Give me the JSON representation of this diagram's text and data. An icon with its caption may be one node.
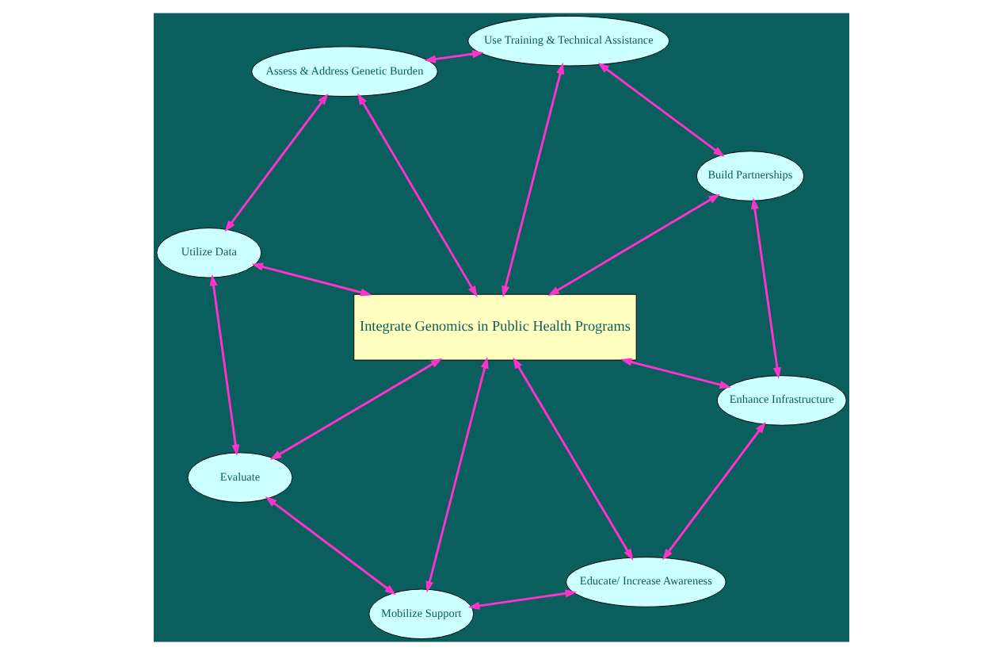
{
  "diagram": {
    "nodes": [
      {
        "text": [
          "Integrate Genomics in Public Health Programs"
        ]
      },
      {
        "text": [
          "Enhance Infrastructure"
        ]
      },
      {
        "text": [
          "Build Partnerships"
        ]
      },
      {
        "text": [
          "Use Training & Technical Assistance"
        ]
      },
      {
        "text": [
          "Assess & Address Genetic Burden"
        ]
      },
      {
        "text": [
          "Utilize Data"
        ]
      },
      {
        "text": [
          "Evaluate"
        ]
      },
      {
        "text": [
          "Mobilize Support"
        ]
      },
      {
        "text": [
          "Educate/ Increase Awareness"
        ]
      }
    ],
    "edges": [
      {
        "from": 8,
        "to": 1,
        "arrow": "both"
      },
      {
        "from": 1,
        "to": 2,
        "arrow": "both"
      },
      {
        "from": 8,
        "to": 0,
        "arrow": "both"
      },
      {
        "from": 1,
        "to": 0,
        "arrow": "both"
      },
      {
        "from": 2,
        "to": 0,
        "arrow": "both"
      },
      {
        "from": 2,
        "to": 3,
        "arrow": "both"
      },
      {
        "from": 7,
        "to": 8,
        "arrow": "both"
      },
      {
        "from": 7,
        "to": 0,
        "arrow": "both"
      },
      {
        "from": 0,
        "to": 3,
        "arrow": "both"
      },
      {
        "from": 7,
        "to": 6,
        "arrow": "both"
      },
      {
        "from": 6,
        "to": 0,
        "arrow": "both"
      },
      {
        "from": 0,
        "to": 5,
        "arrow": "both"
      },
      {
        "from": 0,
        "to": 4,
        "arrow": "both"
      },
      {
        "from": 3,
        "to": 4,
        "arrow": "both"
      },
      {
        "from": 6,
        "to": 5,
        "arrow": "both"
      },
      {
        "from": 5,
        "to": 4,
        "arrow": "both"
      }
    ]
  }
}
